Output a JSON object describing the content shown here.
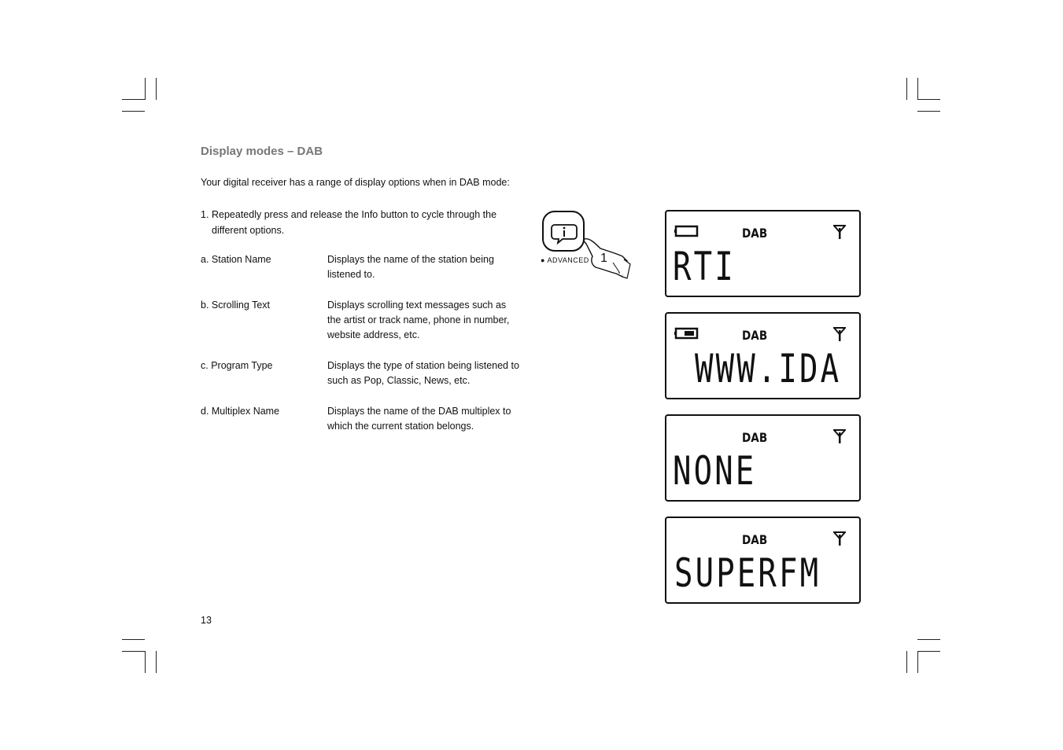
{
  "page": {
    "title": "Display modes – DAB",
    "intro": "Your digital receiver has a range of display options when in DAB mode:",
    "step": {
      "number": "1.",
      "text": "Repeatedly press and release the Info button to cycle through the different options."
    },
    "modes": [
      {
        "name": "a. Station Name",
        "description": "Displays the name of the station being listened to."
      },
      {
        "name": "b. Scrolling Text",
        "description": "Displays scrolling text messages such as the artist or track name, phone in number, website address, etc."
      },
      {
        "name": "c. Program Type",
        "description": "Displays the type of station being listened to such as Pop, Classic, News, etc."
      },
      {
        "name": "d. Multiplex Name",
        "description": "Displays the name of the DAB multiplex to which the current station belongs."
      }
    ],
    "page_number": "13"
  },
  "illustration": {
    "button_label": "● ADVANCED",
    "callout": "1",
    "icon": "info-icon"
  },
  "lcds": [
    {
      "mode": "DAB",
      "text": "RTI",
      "battery": "empty",
      "signal": true
    },
    {
      "mode": "DAB",
      "text": "WWW.IDA",
      "battery": "partial",
      "signal": true
    },
    {
      "mode": "DAB",
      "text": "NONE",
      "battery": "none",
      "signal": true
    },
    {
      "mode": "DAB",
      "text": "SUPERFM",
      "battery": "none",
      "signal": true
    }
  ]
}
